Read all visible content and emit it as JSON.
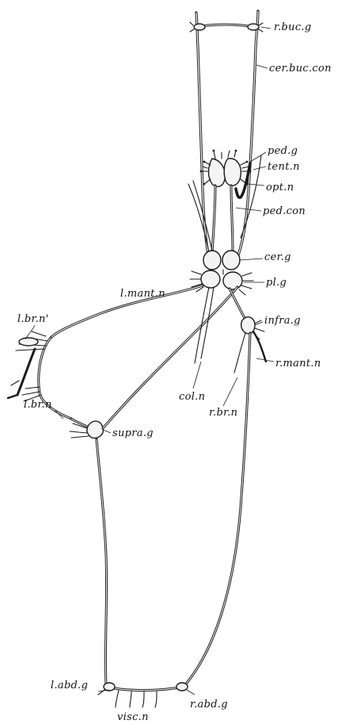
{
  "labels": {
    "r_buc_g": "r.buc.g",
    "cer_buc_con": "cer.buc.con",
    "ped_g": "ped.g",
    "tent_n": "tent.n",
    "opt_n": "opt.n",
    "ped_con": "ped.con",
    "cer_g": "cer.g",
    "pl_g": "pl.g",
    "infra_g": "infra.g",
    "r_mant_n": "r.mant.n",
    "r_br_n": "r.br.n",
    "col_n": "col.n",
    "l_mant_n": "l.mant.n",
    "l_br_n_prime": "l.br.n'",
    "l_br_n": "l.br.n",
    "supra_g": "supra.g",
    "l_abd_g": "l.abd.g",
    "visc_n": "visc.n",
    "r_abd_g": "r.abd.g"
  }
}
